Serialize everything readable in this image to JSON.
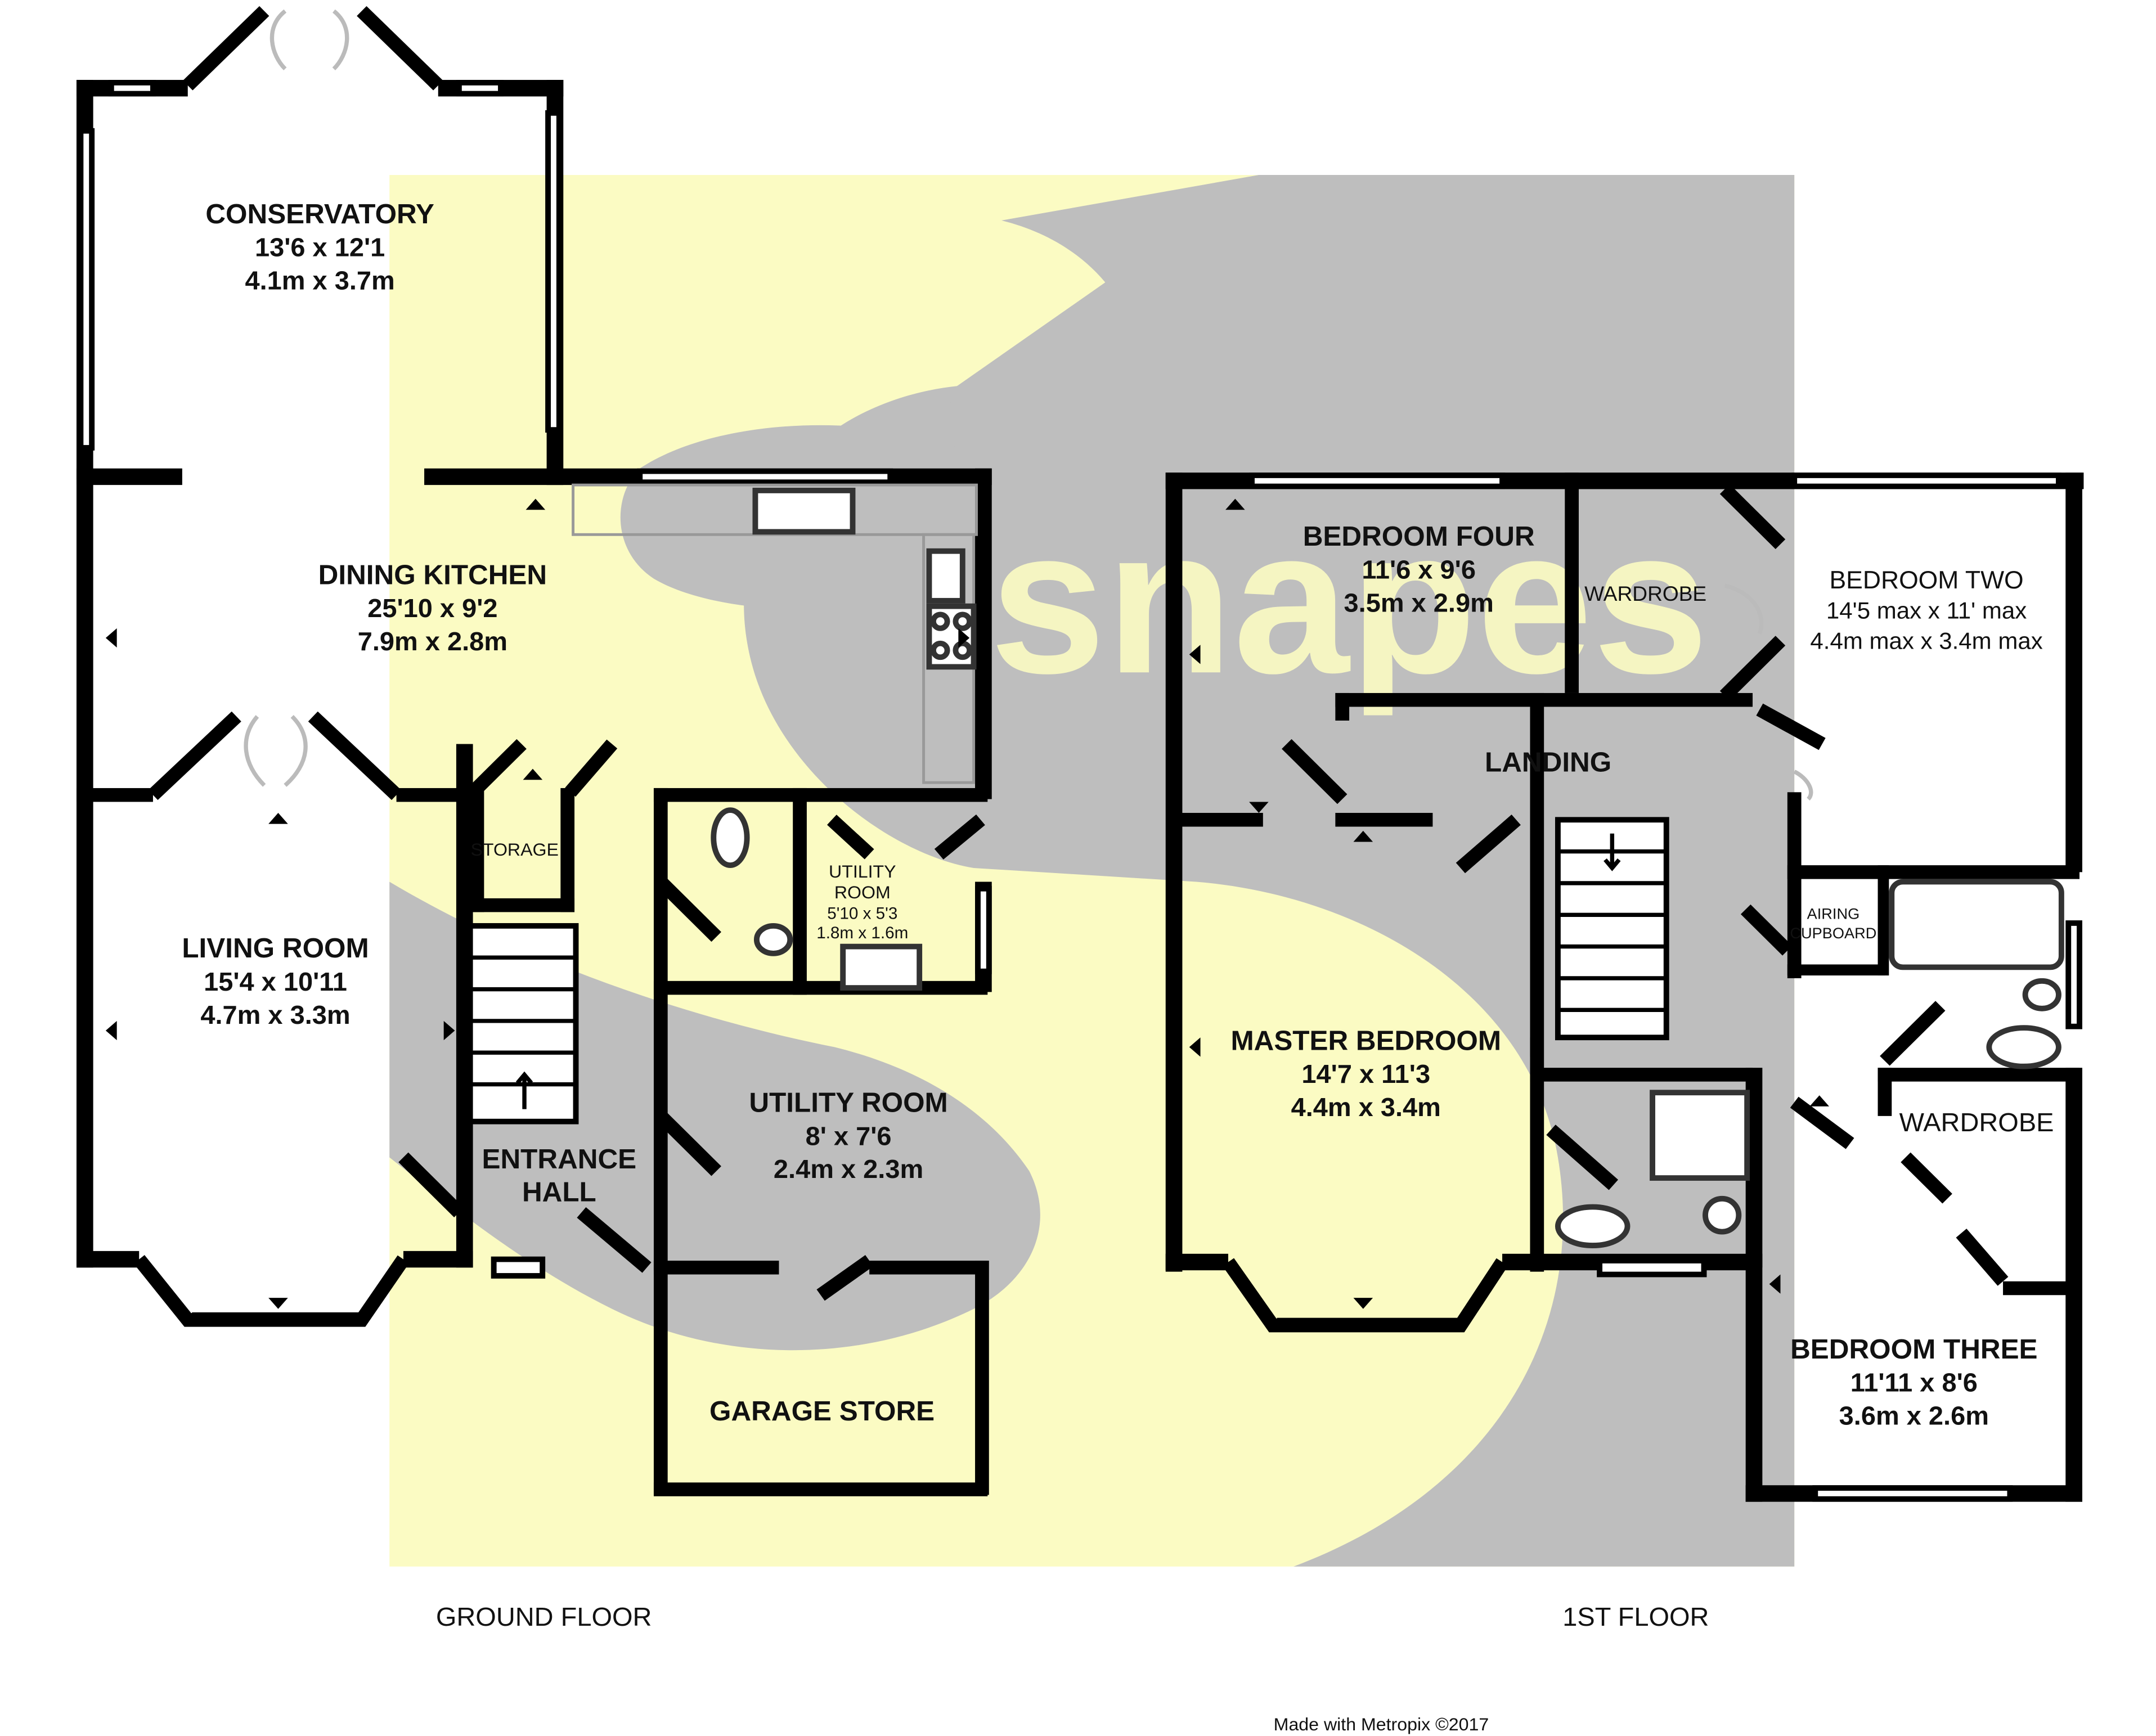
{
  "brand": {
    "logo_text": "snapes",
    "yellow": "#FBFBC3",
    "grey": "#BEBEBE"
  },
  "floors": {
    "ground": {
      "title": "GROUND FLOOR",
      "rooms": {
        "conservatory": {
          "name": "CONSERVATORY",
          "imperial": "13'6 x 12'1",
          "metric": "4.1m x 3.7m"
        },
        "dining_kitchen": {
          "name": "DINING KITCHEN",
          "imperial": "25'10 x 9'2",
          "metric": "7.9m x 2.8m"
        },
        "living_room": {
          "name": "LIVING ROOM",
          "imperial": "15'4 x 10'11",
          "metric": "4.7m x 3.3m"
        },
        "storage": {
          "name": "STORAGE"
        },
        "entrance_hall": {
          "line1": "ENTRANCE",
          "line2": "HALL"
        },
        "utility_small": {
          "line1": "UTILITY",
          "line2": "ROOM",
          "imperial": "5'10 x 5'3",
          "metric": "1.8m x 1.6m"
        },
        "utility_room": {
          "name": "UTILITY ROOM",
          "imperial": "8' x 7'6",
          "metric": "2.4m x 2.3m"
        },
        "garage_store": {
          "name": "GARAGE STORE"
        }
      }
    },
    "first": {
      "title": "1ST FLOOR",
      "rooms": {
        "bedroom_four": {
          "name": "BEDROOM FOUR",
          "imperial": "11'6 x 9'6",
          "metric": "3.5m x 2.9m"
        },
        "wardrobe_top": {
          "name": "WARDROBE"
        },
        "bedroom_two": {
          "name": "BEDROOM TWO",
          "imperial": "14'5 max x 11' max",
          "metric": "4.4m max x 3.4m max"
        },
        "landing": {
          "name": "LANDING"
        },
        "airing_cupboard": {
          "line1": "AIRING",
          "line2": "CUPBOARD"
        },
        "master_bedroom": {
          "name": "MASTER BEDROOM",
          "imperial": "14'7 x 11'3",
          "metric": "4.4m x 3.4m"
        },
        "wardrobe_bottom": {
          "name": "WARDROBE"
        },
        "bedroom_three": {
          "name": "BEDROOM THREE",
          "imperial": "11'11 x 8'6",
          "metric": "3.6m x 2.6m"
        }
      }
    }
  },
  "footer": {
    "credit": "Made with Metropix ©2017"
  }
}
